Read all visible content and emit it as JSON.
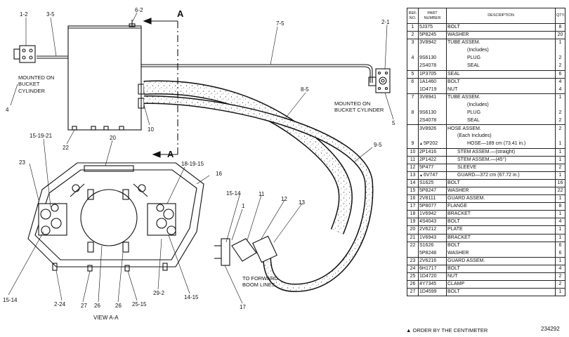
{
  "callouts": {
    "c1_2": "1-2",
    "c3_5": "3-5",
    "c6_2": "6-2",
    "c7_5": "7-5",
    "c2_1": "2-1",
    "c8_5": "8-5",
    "c9_5": "9-5",
    "c10": "10",
    "c22": "22",
    "c4": "4",
    "c5": "5",
    "c15_19_21": "15-19-21",
    "c20": "20",
    "c23": "23",
    "c18_19_15": "18-19-15",
    "c16": "16",
    "c15_14_left": "15-14",
    "c2_24": "2-24",
    "c27": "27",
    "c26a": "26",
    "c26b": "26",
    "c25_15": "25-15",
    "c29_2": "29-2",
    "c14_15": "14-15",
    "c15_14_right": "15-14",
    "c11": "11",
    "c12": "12",
    "c13": "13",
    "c17": "17",
    "c1": "1",
    "sectionA_top": "A",
    "sectionA_bottom": "A"
  },
  "notes": {
    "mounted_left": "MOUNTED ON BUCKET CYLINDER",
    "mounted_right": "MOUNTED ON BUCKET CYLINDER",
    "to_forward": "TO FORWARD BOOM LINES",
    "view": "VIEW A-A"
  },
  "table": {
    "headers": {
      "ref": "REF. NO.",
      "part": "PART NUMBER",
      "desc": "DESCRIPTION",
      "qty": "QTY."
    },
    "rows": [
      {
        "ref": "1",
        "part": "5J375",
        "desc": "BOLT",
        "qty": "8",
        "group": true
      },
      {
        "ref": "2",
        "part": "5P8245",
        "desc": "WASHER",
        "qty": "20",
        "group": true
      },
      {
        "ref": "3",
        "part": "3V8942",
        "desc": "TUBE ASSEM.",
        "qty": "1",
        "group": true
      },
      {
        "ref": "",
        "part": "",
        "desc": "(Includes)",
        "qty": "",
        "indent": 2
      },
      {
        "ref": "4",
        "part": "9S6130",
        "desc": "PLUG",
        "qty": "2",
        "indent": 2
      },
      {
        "ref": "",
        "part": "2S4078",
        "desc": "SEAL",
        "qty": "2",
        "indent": 2
      },
      {
        "ref": "5",
        "part": "1P3705",
        "desc": "SEAL",
        "qty": "6",
        "group": true
      },
      {
        "ref": "6",
        "part": "1A1460",
        "desc": "BOLT",
        "qty": "4",
        "group": true
      },
      {
        "ref": "",
        "part": "1D4719",
        "desc": "NUT",
        "qty": "4"
      },
      {
        "ref": "7",
        "part": "3V8941",
        "desc": "TUBE ASSEM.",
        "qty": "1",
        "group": true
      },
      {
        "ref": "",
        "part": "",
        "desc": "(Includes)",
        "qty": "",
        "indent": 2
      },
      {
        "ref": "8",
        "part": "9S6130",
        "desc": "PLUG",
        "qty": "2",
        "indent": 2
      },
      {
        "ref": "",
        "part": "2S4078",
        "desc": "SEAL",
        "qty": "2",
        "indent": 2
      },
      {
        "ref": "",
        "part": "3V8926",
        "desc": "HOSE ASSEM.",
        "qty": "2",
        "group": true
      },
      {
        "ref": "",
        "part": "",
        "desc": "(Each Includes)",
        "qty": "",
        "indent": 1
      },
      {
        "ref": "9",
        "part": "5P202",
        "desc": "HOSE—189 cm (73.41 in.)",
        "qty": "1",
        "indent": 2,
        "flag": true
      },
      {
        "ref": "10",
        "part": "2P1416",
        "desc": "STEM ASSEM.—(straight)",
        "qty": "1",
        "indent": 1,
        "group": true
      },
      {
        "ref": "11",
        "part": "2P1422",
        "desc": "STEM ASSEM.—(45°)",
        "qty": "1",
        "indent": 1,
        "group": true
      },
      {
        "ref": "12",
        "part": "5P477",
        "desc": "SLEEVE",
        "qty": "2",
        "indent": 1,
        "group": true
      },
      {
        "ref": "13",
        "part": "6V747",
        "desc": "GUARD—372 cm (67.72 in.)",
        "qty": "1",
        "indent": 1,
        "group": true,
        "flag": true
      },
      {
        "ref": "14",
        "part": "S1625",
        "desc": "BOLT",
        "qty": "16",
        "group": true
      },
      {
        "ref": "15",
        "part": "5P8247",
        "desc": "WASHER",
        "qty": "22",
        "group": true
      },
      {
        "ref": "16",
        "part": "2V8111",
        "desc": "GUARD ASSEM.",
        "qty": "1",
        "group": true
      },
      {
        "ref": "17",
        "part": "5P8077",
        "desc": "FLANGE",
        "qty": "8",
        "group": true
      },
      {
        "ref": "18",
        "part": "1V6942",
        "desc": "BRACKET",
        "qty": "1",
        "group": true
      },
      {
        "ref": "19",
        "part": "4S4043",
        "desc": "BOLT",
        "qty": "4",
        "group": true
      },
      {
        "ref": "20",
        "part": "2V6212",
        "desc": "PLATE",
        "qty": "1",
        "group": true
      },
      {
        "ref": "21",
        "part": "1V6943",
        "desc": "BRACKET",
        "qty": "1",
        "group": true
      },
      {
        "ref": "22",
        "part": "S1626",
        "desc": "BOLT",
        "qty": "6",
        "group": true
      },
      {
        "ref": "",
        "part": "5P8248",
        "desc": "WASHER",
        "qty": "6"
      },
      {
        "ref": "23",
        "part": "2V6216",
        "desc": "GUARD ASSEM.",
        "qty": "1",
        "group": true
      },
      {
        "ref": "24",
        "part": "6H1717",
        "desc": "BOLT",
        "qty": "4",
        "group": true
      },
      {
        "ref": "25",
        "part": "1D4720",
        "desc": "NUT",
        "qty": "2",
        "group": true
      },
      {
        "ref": "26",
        "part": "4Y7345",
        "desc": "CLAMP",
        "qty": "2",
        "group": true
      },
      {
        "ref": "27",
        "part": "1D4599",
        "desc": "BOLT",
        "qty": "1",
        "group": true
      }
    ]
  },
  "footer": {
    "note": "▲ ORDER BY THE CENTIMETER",
    "drawing_number": "234292"
  }
}
